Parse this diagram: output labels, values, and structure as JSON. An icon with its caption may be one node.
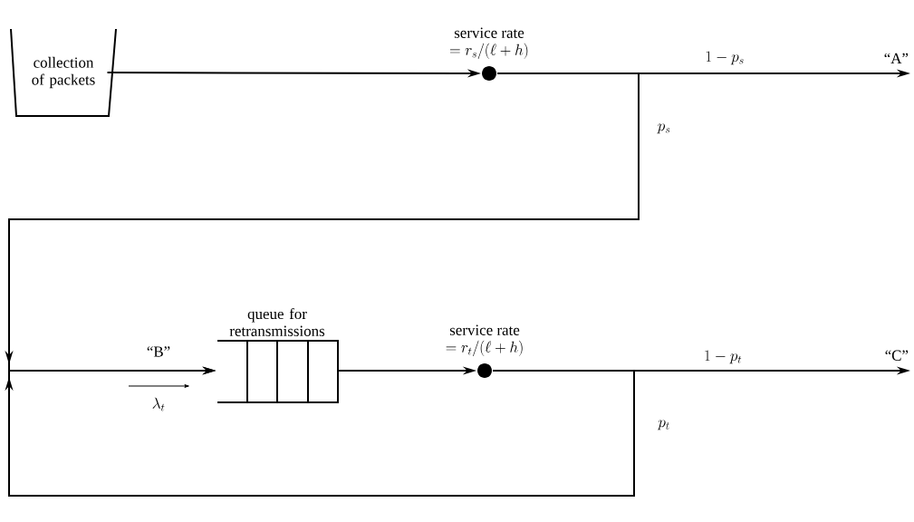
{
  "diagram": {
    "nodes": [
      {
        "text": [
          "collection of packets"
        ]
      },
      {
        "text": [],
        "shape": "circle",
        "beside": [
          "service rate",
          "= r_s/(\\ell + h)"
        ]
      },
      {
        "text": [
          "“A”"
        ]
      },
      {
        "text": [
          "queue for retransmissions"
        ]
      },
      {
        "text": [],
        "shape": "circle",
        "beside": [
          "service rate",
          "= r_t/(\\ell + h)"
        ]
      },
      {
        "text": [
          "“C”"
        ]
      }
    ],
    "edges": [
      {
        "from": 0,
        "to": 1,
        "arrow": "to"
      },
      {
        "from": 1,
        "to": 2,
        "arrow": "to",
        "label": "1 - p_s"
      },
      {
        "from": 1,
        "to": 3,
        "arrow": "to",
        "label": "p_s"
      },
      {
        "from": 3,
        "to": 4,
        "arrow": "to"
      },
      {
        "from": 4,
        "to": 5,
        "arrow": "to",
        "label": "1 - p_t"
      },
      {
        "from": 4,
        "to": 3,
        "arrow": "to",
        "label": "p_t"
      }
    ],
    "labels": [
      "“B”",
      "\\lambda_t"
    ]
  }
}
